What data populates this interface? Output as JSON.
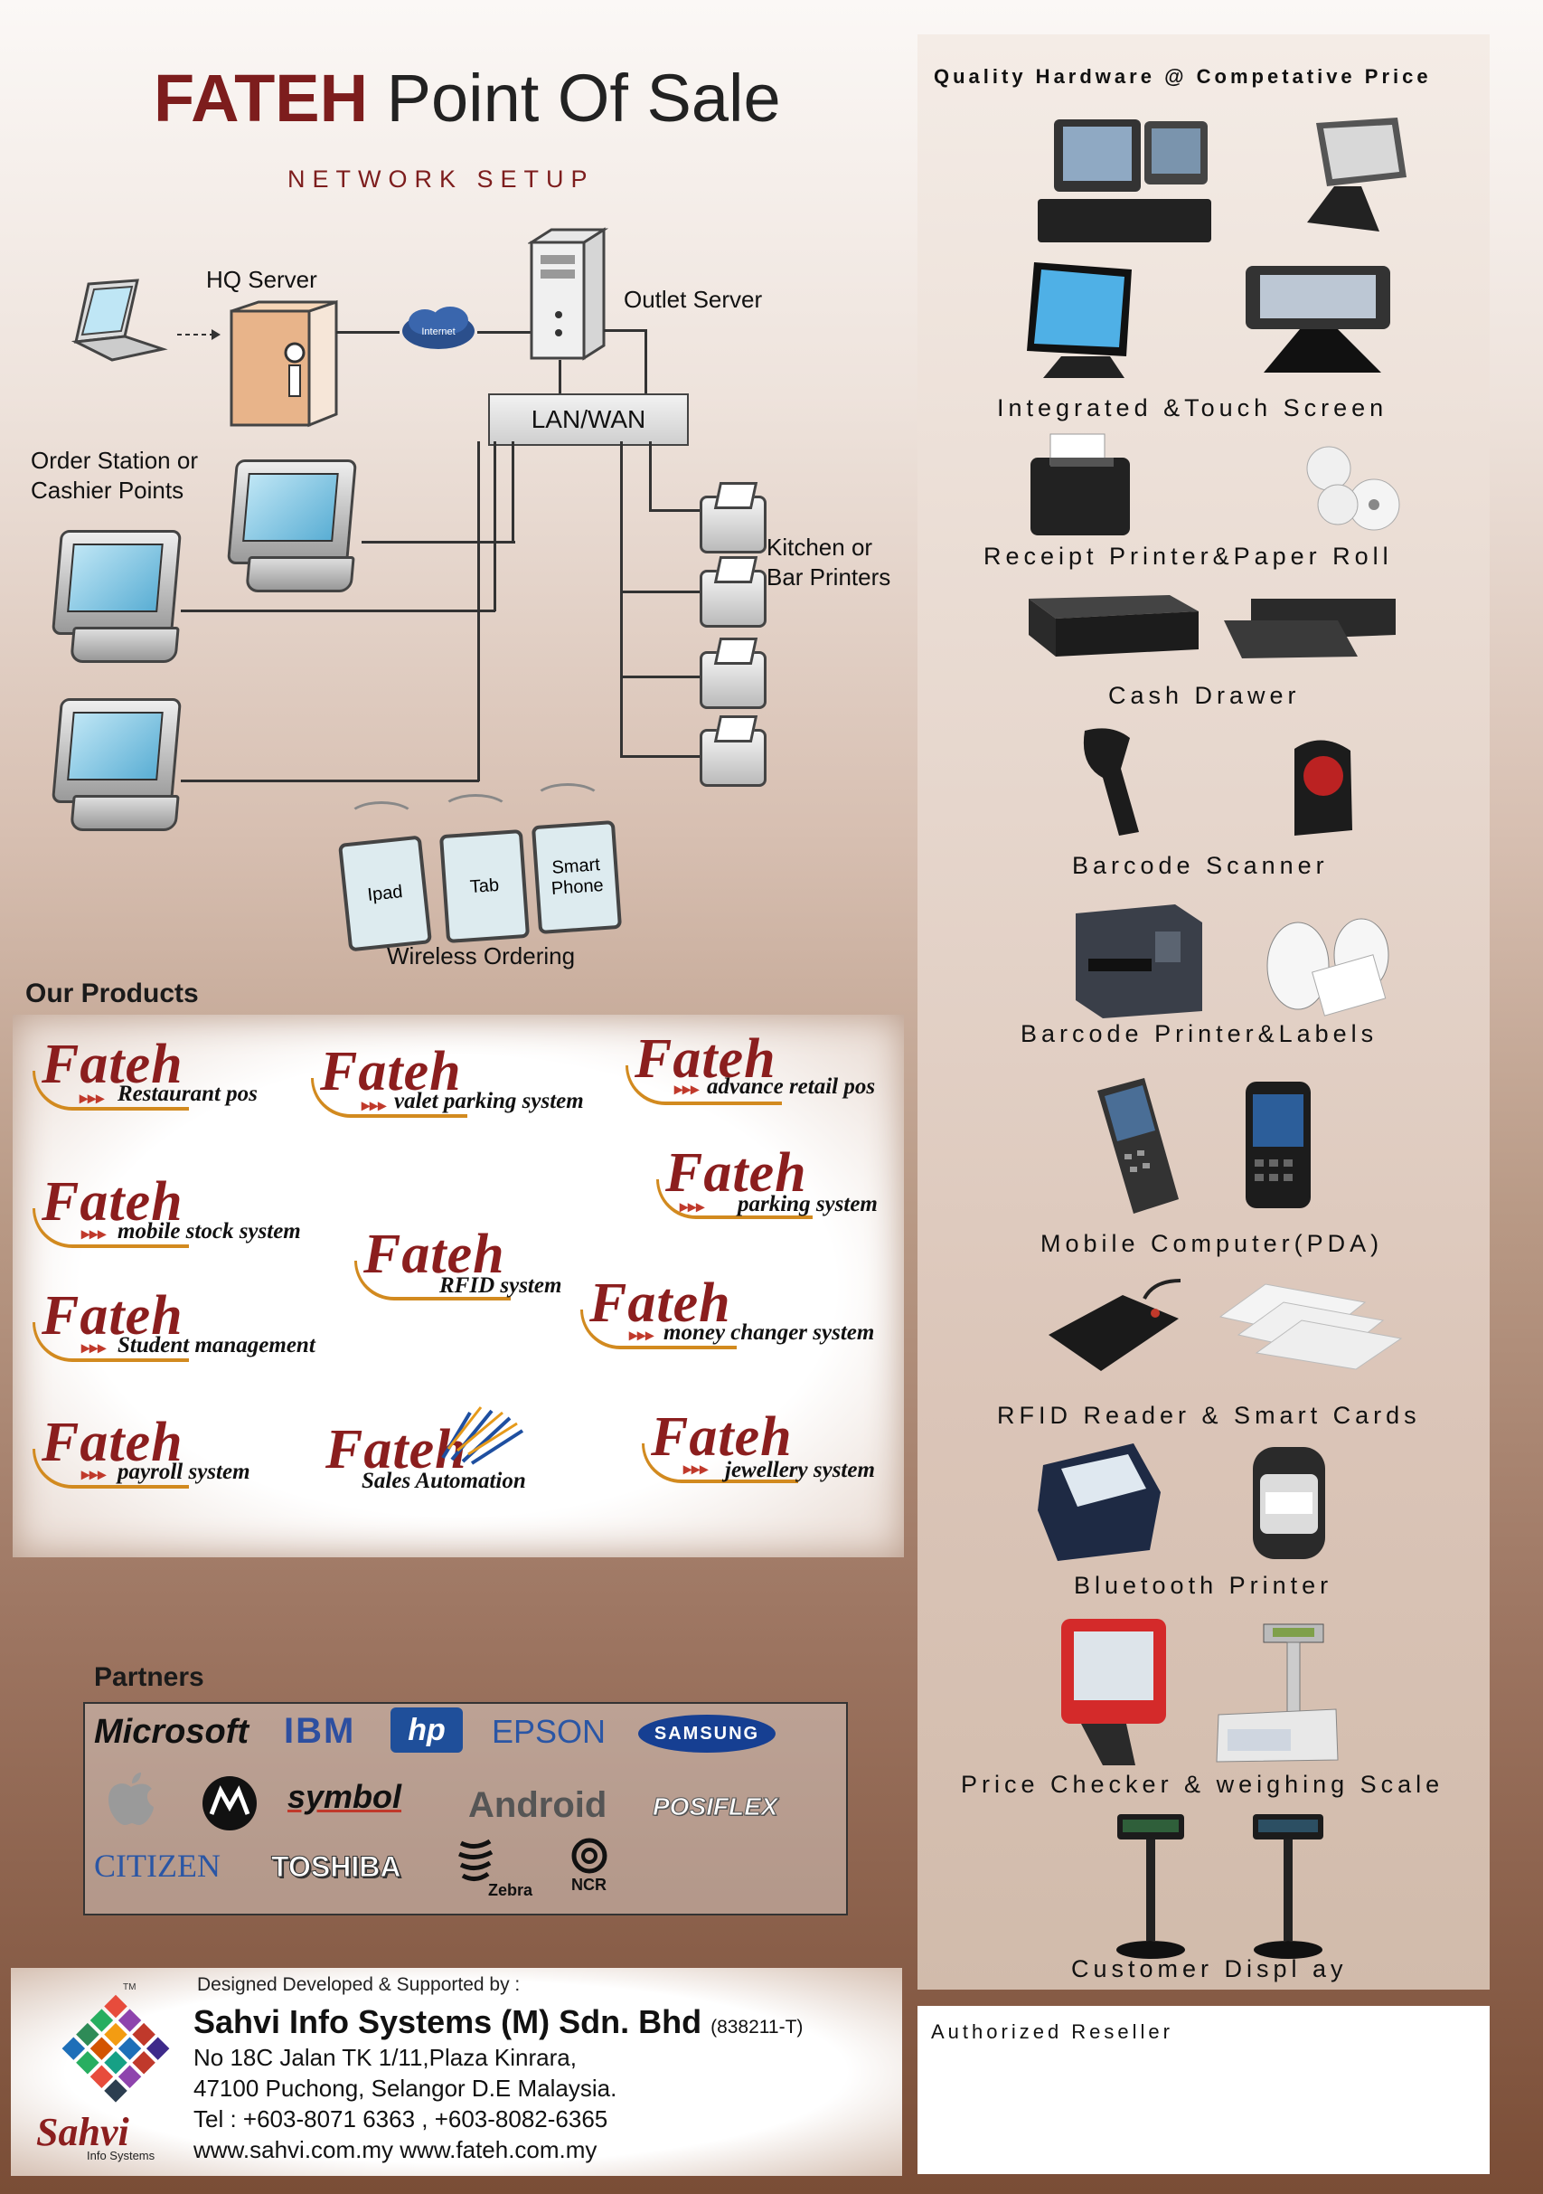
{
  "header": {
    "brand": "FATEH",
    "title_rest": " Point Of Sale",
    "subtitle": "NETWORK  SETUP"
  },
  "network": {
    "hq_server": "HQ Server",
    "outlet_server": "Outlet Server",
    "internet": "Internet",
    "lan_wan": "LAN/WAN",
    "order_station": [
      "Order Station or",
      "Cashier Points"
    ],
    "printers": [
      "Kitchen or",
      "Bar Printers"
    ],
    "tablets": [
      "Ipad",
      "Tab",
      "Smart Phone"
    ],
    "wireless": "Wireless Ordering"
  },
  "products": {
    "title": "Our Products",
    "brand": "Fateh",
    "items": [
      "Restaurant pos",
      "valet parking system",
      "advance retail pos",
      "parking system",
      "mobile stock system",
      "RFID system",
      "Student management",
      "money changer system",
      "payroll system",
      "Sales Automation",
      "jewellery system"
    ]
  },
  "partners": {
    "title": "Partners",
    "logos": [
      "Microsoft",
      "IBM",
      "hp",
      "EPSON",
      "SAMSUNG",
      "symbol",
      "Android",
      "POSIFLEX",
      "CITIZEN",
      "TOSHIBA",
      "Zebra",
      "NCR"
    ],
    "icons": [
      "apple-logo",
      "motorola-logo"
    ]
  },
  "company": {
    "designed": "Designed Developed & Supported by :",
    "name": "Sahvi Info Systems (M) Sdn. Bhd",
    "reg": "(838211-T)",
    "address1": "No 18C Jalan TK 1/11,Plaza Kinrara,",
    "address2": "47100 Puchong, Selangor D.E Malaysia.",
    "tel": "Tel : +603-8071 6363 , +603-8082-6365",
    "web": "www.sahvi.com.my  www.fateh.com.my",
    "logo_text": "Sahvi",
    "logo_sub": "Info Systems",
    "tm": "TM"
  },
  "hardware": {
    "title": "Quality Hardware @ Competative Price",
    "categories": [
      "Integrated &Touch Screen",
      "Receipt Printer&Paper Roll",
      "Cash Drawer",
      "Barcode Scanner",
      "Barcode Printer&Labels",
      "Mobile Computer(PDA)",
      "RFID Reader & Smart Cards",
      "Bluetooth Printer",
      "Price Checker & weighing Scale",
      "Customer Displ ay"
    ]
  },
  "reseller": "Authorized Reseller",
  "colors": {
    "brand_red": "#8b1e1e",
    "swoosh": "#d28a1f"
  }
}
